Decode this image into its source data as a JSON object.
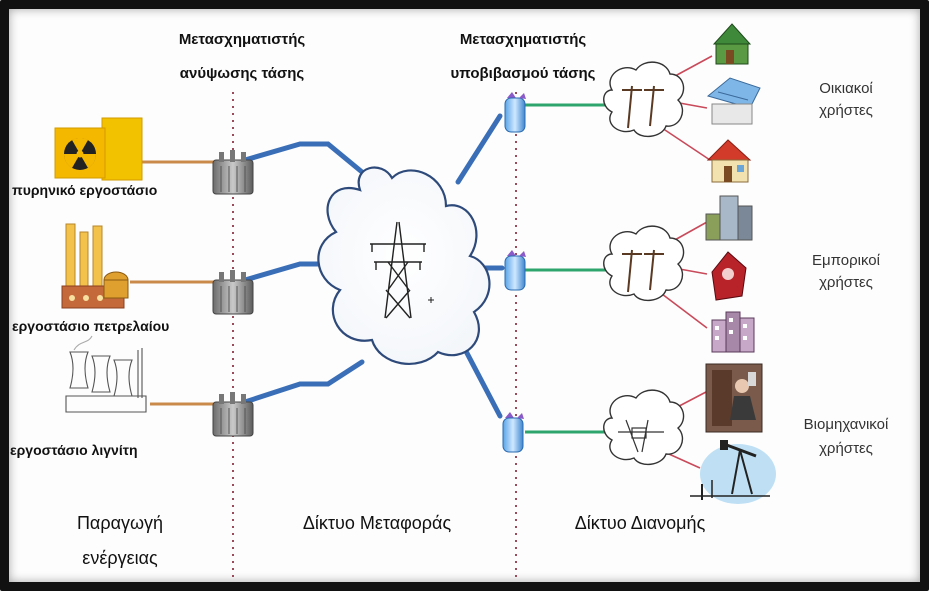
{
  "labels": {
    "step_up": [
      "Μετασχηματιστής",
      "ανύψωσης τάσης"
    ],
    "step_down": [
      "Μετασχηματιστής",
      "υποβιβασμού τάσης"
    ],
    "plants": {
      "nuclear": "πυρηνικό εργοστάσιο",
      "oil": "εργοστάσιο πετρελαίου",
      "lignite": "εργοστάσιο λιγνίτη"
    },
    "consumers": {
      "residential": [
        "Οικιακοί",
        "χρήστες"
      ],
      "commercial": [
        "Εμπορικοί",
        "χρήστες"
      ],
      "industrial": [
        "Βιομηχανικοί",
        "χρήστες"
      ]
    },
    "sections": {
      "generation": [
        "Παραγωγή",
        "ενέργειας"
      ],
      "transmission": "Δίκτυο Μεταφοράς",
      "distribution": "Δίκτυο Διανομής"
    }
  },
  "colors": {
    "hv_line": "#3a6fb8",
    "distribution_line": "#2fa56e",
    "plant_line": "#c98a4a",
    "consumer_line": "#c94a5a",
    "divider": "#9a4a5a"
  }
}
